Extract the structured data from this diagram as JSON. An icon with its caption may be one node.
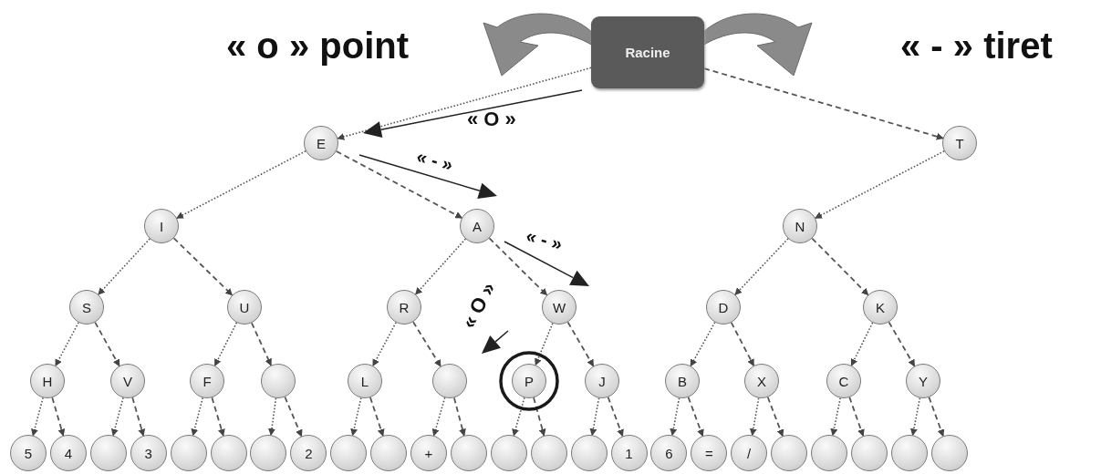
{
  "diagram": {
    "nodes": [
      {
        "text": [
          "Racine"
        ]
      },
      {
        "text": [
          "E"
        ]
      },
      {
        "text": [
          "T"
        ]
      },
      {
        "text": [
          "I"
        ]
      },
      {
        "text": [
          "A"
        ]
      },
      {
        "text": [
          "N"
        ]
      },
      {
        "text": [
          "S"
        ]
      },
      {
        "text": [
          "U"
        ]
      },
      {
        "text": [
          "R"
        ]
      },
      {
        "text": [
          "W"
        ]
      },
      {
        "text": [
          "D"
        ]
      },
      {
        "text": [
          "K"
        ]
      },
      {
        "text": [
          "H"
        ]
      },
      {
        "text": [
          "V"
        ]
      },
      {
        "text": [
          "F"
        ]
      },
      {
        "text": [],
        "shape": "circle"
      },
      {
        "text": [
          "L"
        ]
      },
      {
        "text": [],
        "shape": "circle"
      },
      {
        "text": [
          "P"
        ]
      },
      {
        "text": [
          "J"
        ]
      },
      {
        "text": [
          "B"
        ]
      },
      {
        "text": [
          "X"
        ]
      },
      {
        "text": [
          "C"
        ]
      },
      {
        "text": [
          "Y"
        ]
      },
      {
        "text": [
          "5"
        ]
      },
      {
        "text": [
          "4"
        ]
      },
      {
        "text": [],
        "shape": "circle"
      },
      {
        "text": [
          "3"
        ]
      },
      {
        "text": [],
        "shape": "circle"
      },
      {
        "text": [],
        "shape": "circle"
      },
      {
        "text": [],
        "shape": "circle"
      },
      {
        "text": [
          "2"
        ]
      },
      {
        "text": [],
        "shape": "circle"
      },
      {
        "text": [],
        "shape": "circle"
      },
      {
        "text": [
          "+"
        ]
      },
      {
        "text": [],
        "shape": "circle"
      },
      {
        "text": [],
        "shape": "circle"
      },
      {
        "text": [],
        "shape": "circle"
      },
      {
        "text": [],
        "shape": "circle"
      },
      {
        "text": [
          "1"
        ]
      },
      {
        "text": [
          "6"
        ]
      },
      {
        "text": [
          "="
        ]
      },
      {
        "text": [
          "/"
        ]
      },
      {
        "text": [],
        "shape": "circle"
      },
      {
        "text": [],
        "shape": "circle"
      },
      {
        "text": [],
        "shape": "circle"
      },
      {
        "text": [],
        "shape": "circle"
      },
      {
        "text": [],
        "shape": "circle"
      }
    ],
    "edges": [
      {
        "from": 0,
        "to": 1,
        "arrow": "to"
      },
      {
        "from": 0,
        "to": 2,
        "arrow": "to",
        "style": "dashed"
      },
      {
        "from": 1,
        "to": 3,
        "arrow": "to"
      },
      {
        "from": 1,
        "to": 4,
        "arrow": "to",
        "style": "dashed"
      },
      {
        "from": 2,
        "to": 5,
        "arrow": "to"
      },
      {
        "from": 3,
        "to": 6,
        "arrow": "to"
      },
      {
        "from": 3,
        "to": 7,
        "arrow": "to",
        "style": "dashed"
      },
      {
        "from": 4,
        "to": 8,
        "arrow": "to"
      },
      {
        "from": 4,
        "to": 9,
        "arrow": "to",
        "style": "dashed"
      },
      {
        "from": 5,
        "to": 10,
        "arrow": "to"
      },
      {
        "from": 5,
        "to": 11,
        "arrow": "to",
        "style": "dashed"
      },
      {
        "from": 6,
        "to": 12,
        "arrow": "to"
      },
      {
        "from": 6,
        "to": 13,
        "arrow": "to",
        "style": "dashed"
      },
      {
        "from": 7,
        "to": 14,
        "arrow": "to"
      },
      {
        "from": 7,
        "to": 15,
        "arrow": "to",
        "style": "dashed"
      },
      {
        "from": 8,
        "to": 16,
        "arrow": "to"
      },
      {
        "from": 8,
        "to": 17,
        "arrow": "to",
        "style": "dashed"
      },
      {
        "from": 9,
        "to": 18,
        "arrow": "to"
      },
      {
        "from": 9,
        "to": 19,
        "arrow": "to",
        "style": "dashed"
      },
      {
        "from": 10,
        "to": 20,
        "arrow": "to"
      },
      {
        "from": 10,
        "to": 21,
        "arrow": "to",
        "style": "dashed"
      },
      {
        "from": 11,
        "to": 22,
        "arrow": "to"
      },
      {
        "from": 11,
        "to": 23,
        "arrow": "to",
        "style": "dashed"
      },
      {
        "from": 12,
        "to": 24,
        "arrow": "to"
      },
      {
        "from": 12,
        "to": 25,
        "arrow": "to",
        "style": "dashed"
      },
      {
        "from": 13,
        "to": 26,
        "arrow": "to"
      },
      {
        "from": 13,
        "to": 27,
        "arrow": "to",
        "style": "dashed"
      },
      {
        "from": 14,
        "to": 28,
        "arrow": "to"
      },
      {
        "from": 14,
        "to": 29,
        "arrow": "to",
        "style": "dashed"
      },
      {
        "from": 15,
        "to": 30,
        "arrow": "to"
      },
      {
        "from": 15,
        "to": 31,
        "arrow": "to",
        "style": "dashed"
      },
      {
        "from": 16,
        "to": 32,
        "arrow": "to"
      },
      {
        "from": 16,
        "to": 33,
        "arrow": "to",
        "style": "dashed"
      },
      {
        "from": 17,
        "to": 34,
        "arrow": "to"
      },
      {
        "from": 17,
        "to": 35,
        "arrow": "to",
        "style": "dashed"
      },
      {
        "from": 18,
        "to": 36,
        "arrow": "to"
      },
      {
        "from": 18,
        "to": 37,
        "arrow": "to",
        "style": "dashed"
      },
      {
        "from": 19,
        "to": 38,
        "arrow": "to"
      },
      {
        "from": 19,
        "to": 39,
        "arrow": "to",
        "style": "dashed"
      },
      {
        "from": 20,
        "to": 40,
        "arrow": "to"
      },
      {
        "from": 20,
        "to": 41,
        "arrow": "to",
        "style": "dashed"
      },
      {
        "from": 21,
        "to": 42,
        "arrow": "to"
      },
      {
        "from": 21,
        "to": 43,
        "arrow": "to",
        "style": "dashed"
      },
      {
        "from": 22,
        "to": 44,
        "arrow": "to"
      },
      {
        "from": 22,
        "to": 45,
        "arrow": "to",
        "style": "dashed"
      },
      {
        "from": 23,
        "to": 46,
        "arrow": "to"
      },
      {
        "from": 23,
        "to": 47,
        "arrow": "to",
        "style": "dashed"
      }
    ],
    "labels": [
      "« o » point",
      "« - » tiret",
      "« O »",
      "« - »",
      "« - »",
      "« O »"
    ]
  }
}
